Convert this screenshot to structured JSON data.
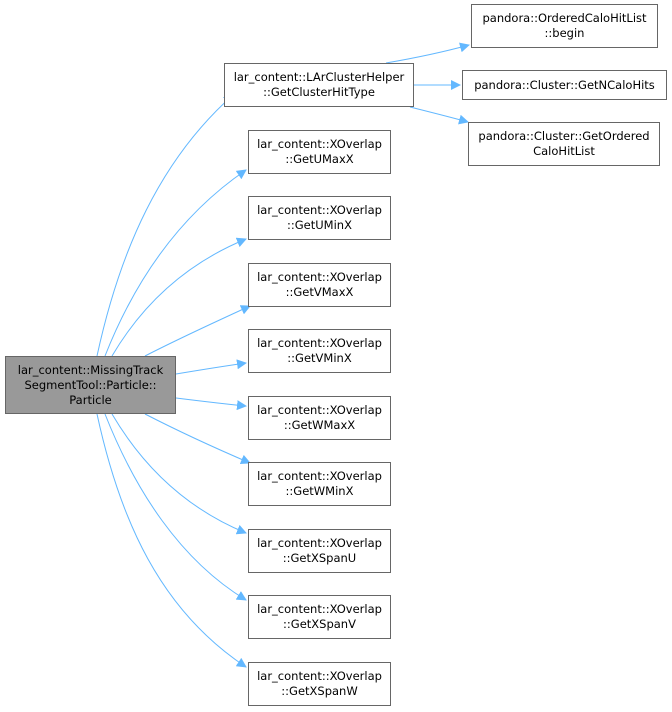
{
  "diagram": {
    "edge_color": "#63b8ff",
    "root_fill": "#999999",
    "node_fill": "#ffffff",
    "node_border": "#666666",
    "root": {
      "line1": "lar_content::MissingTrack",
      "line2": "SegmentTool::Particle::",
      "line3": "Particle"
    },
    "cluster_helper": {
      "line1": "lar_content::LArClusterHelper",
      "line2": "::GetClusterHitType"
    },
    "xoverlap": [
      {
        "line1": "lar_content::XOverlap",
        "line2": "::GetUMaxX"
      },
      {
        "line1": "lar_content::XOverlap",
        "line2": "::GetUMinX"
      },
      {
        "line1": "lar_content::XOverlap",
        "line2": "::GetVMaxX"
      },
      {
        "line1": "lar_content::XOverlap",
        "line2": "::GetVMinX"
      },
      {
        "line1": "lar_content::XOverlap",
        "line2": "::GetWMaxX"
      },
      {
        "line1": "lar_content::XOverlap",
        "line2": "::GetWMinX"
      },
      {
        "line1": "lar_content::XOverlap",
        "line2": "::GetXSpanU"
      },
      {
        "line1": "lar_content::XOverlap",
        "line2": "::GetXSpanV"
      },
      {
        "line1": "lar_content::XOverlap",
        "line2": "::GetXSpanW"
      }
    ],
    "pandora": [
      {
        "line1": "pandora::OrderedCaloHitList",
        "line2": "::begin"
      },
      {
        "line1": "pandora::Cluster::GetNCaloHits",
        "line2": ""
      },
      {
        "line1": "pandora::Cluster::GetOrdered",
        "line2": "CaloHitList"
      }
    ]
  }
}
